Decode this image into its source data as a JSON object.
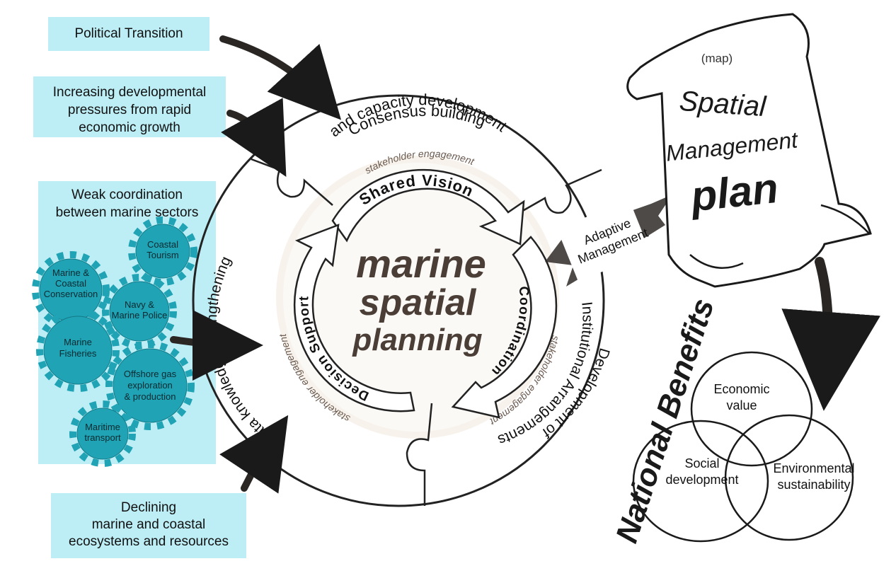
{
  "drivers": {
    "political": "Political Transition",
    "pressures": [
      "Increasing developmental",
      "pressures from rapid",
      "economic growth"
    ],
    "coordination_title": [
      "Weak coordination",
      "between marine sectors"
    ],
    "declining": [
      "Declining",
      "marine and coastal",
      "ecosystems and resources"
    ]
  },
  "sectors": [
    {
      "lines": [
        "Coastal",
        "Tourism"
      ]
    },
    {
      "lines": [
        "Marine &",
        "Coastal",
        "Conservation"
      ]
    },
    {
      "lines": [
        "Navy &",
        "Marine Police"
      ]
    },
    {
      "lines": [
        "Marine",
        "Fisheries"
      ]
    },
    {
      "lines": [
        "Offshore gas",
        "exploration",
        "& production"
      ]
    },
    {
      "lines": [
        "Maritime",
        "transport"
      ]
    }
  ],
  "ring": {
    "top": [
      "Consensus building",
      "and capacity development"
    ],
    "left": "Data knowledge strengthening",
    "right": [
      "Development of",
      "Institutional Arrangements"
    ]
  },
  "inner": {
    "shared_vision": "Shared Vision",
    "coordination": "Coordination",
    "decision_support": "Decision Support",
    "stakeholder": "stakeholder engagement"
  },
  "center": [
    "marine",
    "spatial",
    "planning"
  ],
  "adaptive": [
    "Adaptive",
    "Management"
  ],
  "scroll": {
    "map": "(map)",
    "title": [
      "Spatial",
      "Management",
      "plan"
    ]
  },
  "benefits": {
    "title": "National Benefits",
    "economic": [
      "Economic",
      "value"
    ],
    "social": [
      "Social",
      "development"
    ],
    "environmental": [
      "Environmental",
      "sustainability"
    ]
  },
  "colors": {
    "driver_box": "#bdeef5",
    "gear": "#1fa3b5",
    "ink": "#1a1a1a"
  }
}
